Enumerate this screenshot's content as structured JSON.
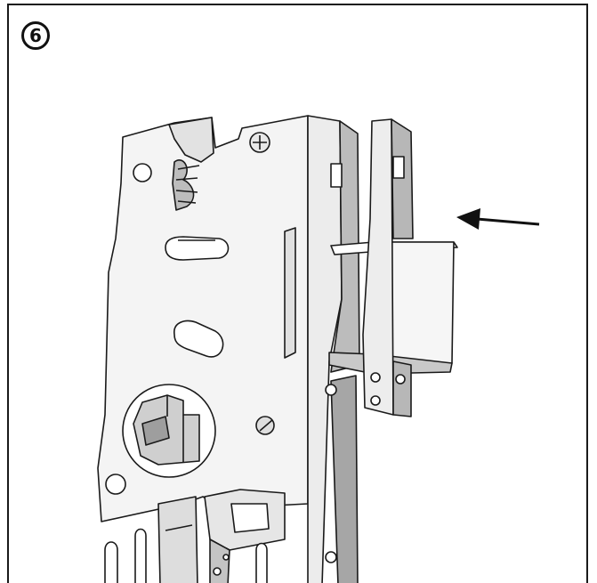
{
  "step": {
    "number": "6"
  },
  "illustration": {
    "subject": "lock-mortise-case",
    "arrow_direction": "left",
    "line_color": "#1a1a1a",
    "fill_light": "#f4f4f4",
    "fill_mid": "#d9d9d9",
    "fill_dark": "#a8a8a8"
  }
}
